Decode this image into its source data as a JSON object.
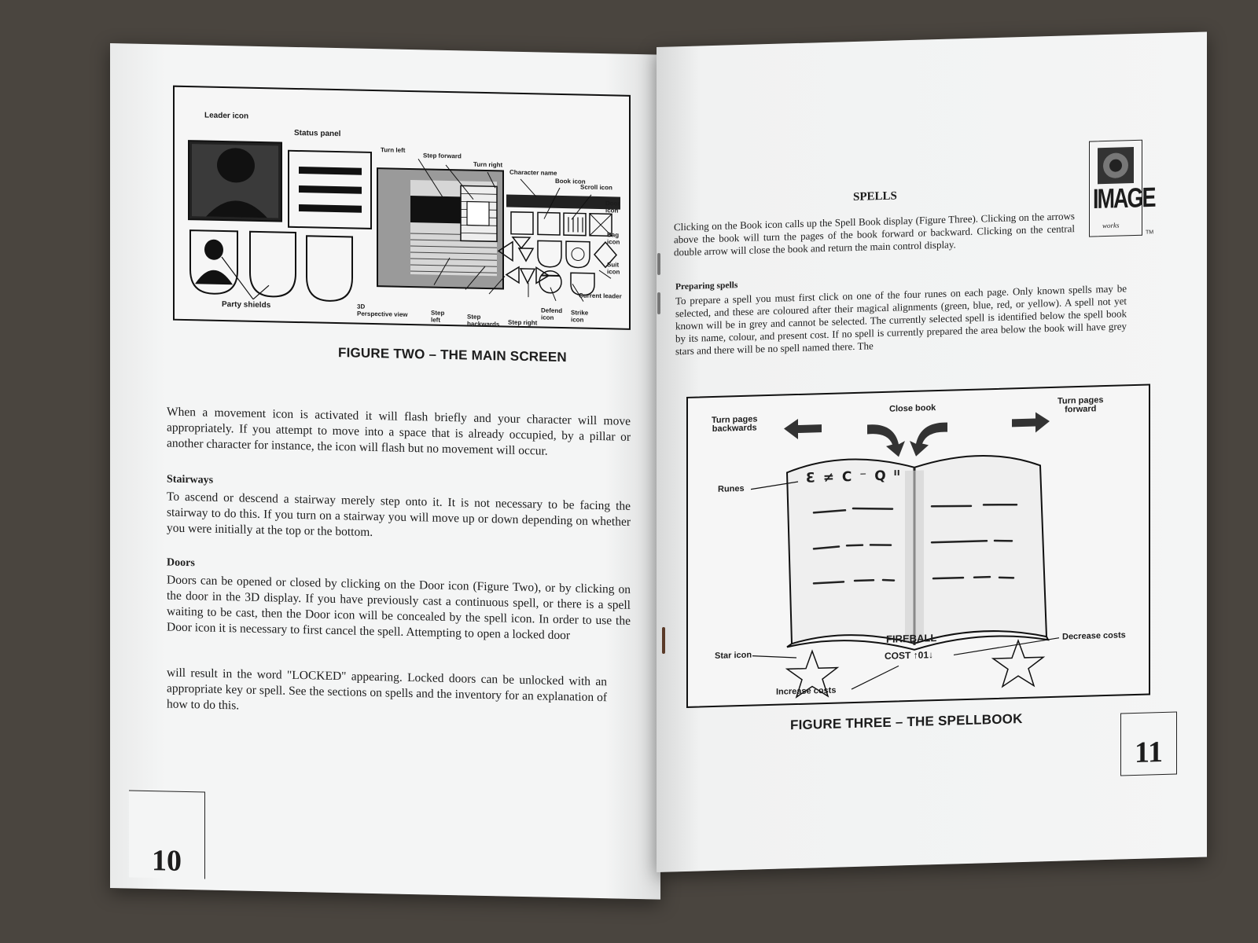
{
  "left_page": {
    "figure_two": {
      "caption": "FIGURE TWO –  THE MAIN SCREEN",
      "labels": {
        "leader_icon": "Leader icon",
        "status_panel": "Status panel",
        "turn_left": "Turn left",
        "step_forward": "Step forward",
        "turn_right": "Turn right",
        "character_name": "Character name",
        "book_icon": "Book icon",
        "scroll_icon": "Scroll icon",
        "door_icon": "Door icon",
        "bag_icon": "Bag icon",
        "suit_icon": "Suit icon",
        "current_leader": "Current leader",
        "party_shields": "Party shields",
        "perspective_view_line1": "3D",
        "perspective_view_line2": "Perspective view",
        "step_left_line1": "Step",
        "step_left_line2": "left",
        "step_backwards_line1": "Step",
        "step_backwards_line2": "backwards",
        "step_right": "Step right",
        "defend_icon_line1": "Defend",
        "defend_icon_line2": "icon",
        "strike_icon_line1": "Strike",
        "strike_icon_line2": "icon"
      }
    },
    "intro_paragraph": "When a movement icon is activated it will flash briefly and your character will move appropriately. If you attempt to move into a space that is already occupied, by a pillar or another character for instance, the icon will flash but no movement will occur.",
    "stairways": {
      "heading": "Stairways",
      "text": "To ascend or descend a stairway merely step onto it. It is not necessary to be facing the stairway to do this. If you turn on a stairway you will move up or down depending on whether you were initially at the top or the bottom."
    },
    "doors": {
      "heading": "Doors",
      "text": "Doors can be opened or closed by clicking on the Door icon (Figure Two), or by clicking on the door in the 3D display. If you have previously cast a continuous spell, or there is a spell waiting to be cast, then the Door icon will be  concealed by the spell icon. In order to use  the Door icon it is necessary to first cancel the spell. Attempting to open a locked door",
      "text_continued": "will result in the word \"LOCKED\" appearing. Locked doors can be unlocked with an appropriate key or spell. See the sections on spells and the inventory for an explanation of how to do this."
    },
    "page_number": "10"
  },
  "right_page": {
    "logo": {
      "word": "IMAGE",
      "sub": "works",
      "tm": "TM"
    },
    "spells": {
      "heading": "SPELLS",
      "text": "Clicking on the Book icon calls up the Spell Book display (Figure Three).  Clicking on the arrows above the book will turn the pages of the book forward or backward. Clicking on the central double arrow will close the book and return the main control display."
    },
    "preparing_spells": {
      "heading": "Preparing spells",
      "text": "To prepare a spell you must first click on one of the four runes on each page. Only known spells may be selected, and these are coloured after their magical alignments (green, blue, red, or yellow). A spell not yet known will be in grey and cannot be selected. The currently selected spell is identified below the spell book by its name, colour, and present cost. If no spell is currently prepared the area below the book will have grey stars and there will be no spell named there. The"
    },
    "figure_three": {
      "caption": "FIGURE THREE –  THE SPELLBOOK",
      "labels": {
        "turn_pages_backwards_line1": "Turn pages",
        "turn_pages_backwards_line2": "backwards",
        "close_book": "Close book",
        "turn_pages_forward_line1": "Turn pages",
        "turn_pages_forward_line2": "forward",
        "runes": "Runes",
        "rune_glyphs": "Ɛ ≠ C ⁻ Q ᐦ",
        "star_icon": "Star icon",
        "spell_name": "FIREBALL",
        "cost": "COST ↑01↓",
        "decrease_costs": "Decrease costs",
        "increase_costs": "Increase costs"
      }
    },
    "page_number": "11"
  }
}
